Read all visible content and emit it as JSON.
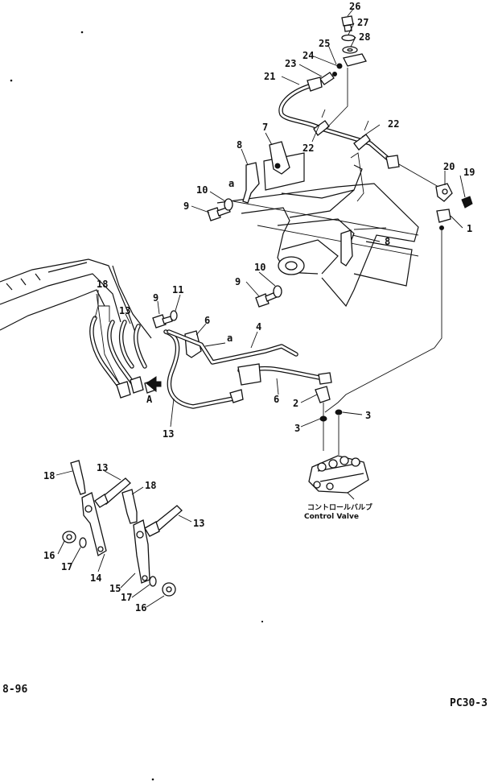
{
  "document": {
    "page_number": "8-96",
    "model_code": "PC30-3"
  },
  "labels": {
    "n1": "1",
    "n2": "2",
    "n3": "3",
    "n4": "4",
    "n6": "6",
    "n7": "7",
    "n8": "8",
    "n9": "9",
    "n10": "10",
    "n11": "11",
    "n13": "13",
    "n14": "14",
    "n15": "15",
    "n16": "16",
    "n17": "17",
    "n18": "18",
    "n19": "19",
    "n20": "20",
    "n21": "21",
    "n22": "22",
    "n23": "23",
    "n24": "24",
    "n25": "25",
    "n26": "26",
    "n27": "27",
    "n28": "28",
    "ref_a": "a",
    "view_a": "A"
  },
  "control_valve": {
    "label_jp": "コントロールバルブ",
    "label_en": "Control Valve"
  }
}
